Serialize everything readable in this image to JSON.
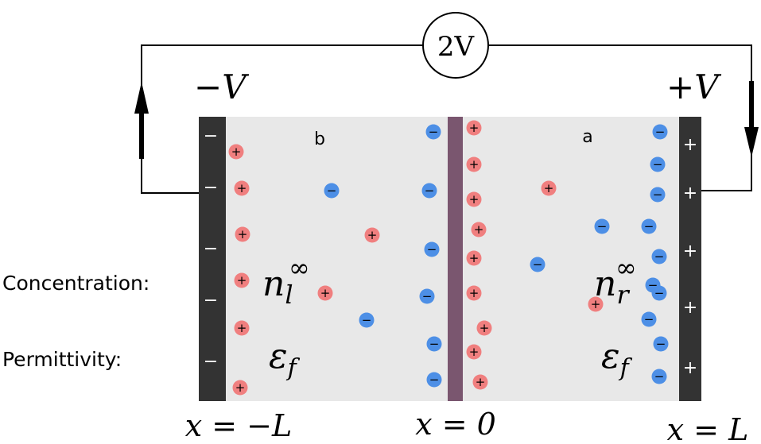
{
  "source_label": "2V",
  "electrode_left_potential": "−V",
  "electrode_right_potential": "+V",
  "region_left_label": "b",
  "region_right_label": "a",
  "row_labels": {
    "concentration": "Concentration:",
    "permittivity": "Permittivity:"
  },
  "concentration_left": {
    "base": "n",
    "sub": "l",
    "sup": "∞"
  },
  "concentration_right": {
    "base": "n",
    "sub": "r",
    "sup": "∞"
  },
  "permittivity_left": {
    "base": "ε",
    "sub": "f"
  },
  "permittivity_right": {
    "base": "ε",
    "sub": "f"
  },
  "positions": {
    "left": "x = −L",
    "center": "x = 0",
    "right": "x = L"
  },
  "electrode_left_sign": "−",
  "electrode_right_sign": "+",
  "cation_symbol": "+",
  "anion_symbol": "−",
  "colors": {
    "cell_fill": "#e8e8e8",
    "electrode": "#333333",
    "membrane": "#7a566f",
    "cation": "#f07f7f",
    "anion": "#4d8fe6",
    "wire": "#000000"
  }
}
